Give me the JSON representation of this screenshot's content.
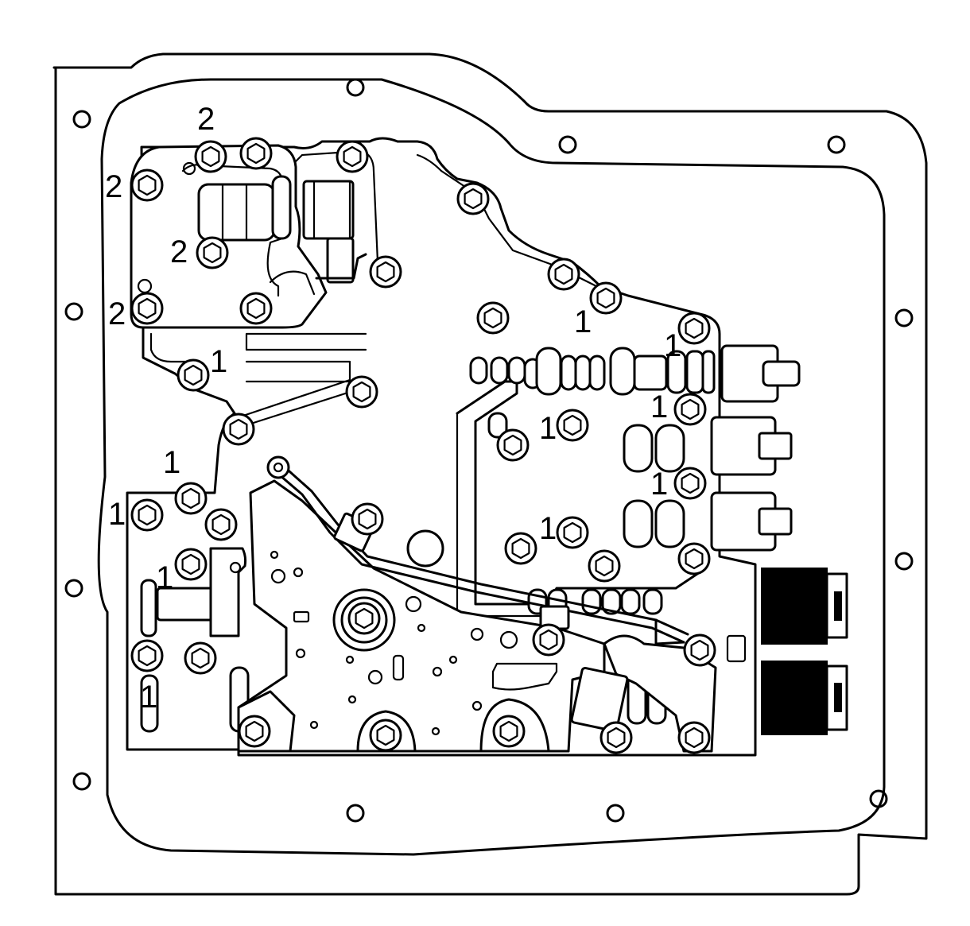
{
  "figure": {
    "background_color": "#ffffff",
    "line_color": "#000000",
    "callout_labels": [
      "2",
      "2",
      "2",
      "2",
      "1",
      "1",
      "1",
      "1",
      "1",
      "1",
      "1",
      "1",
      "1",
      "1",
      "1"
    ]
  }
}
